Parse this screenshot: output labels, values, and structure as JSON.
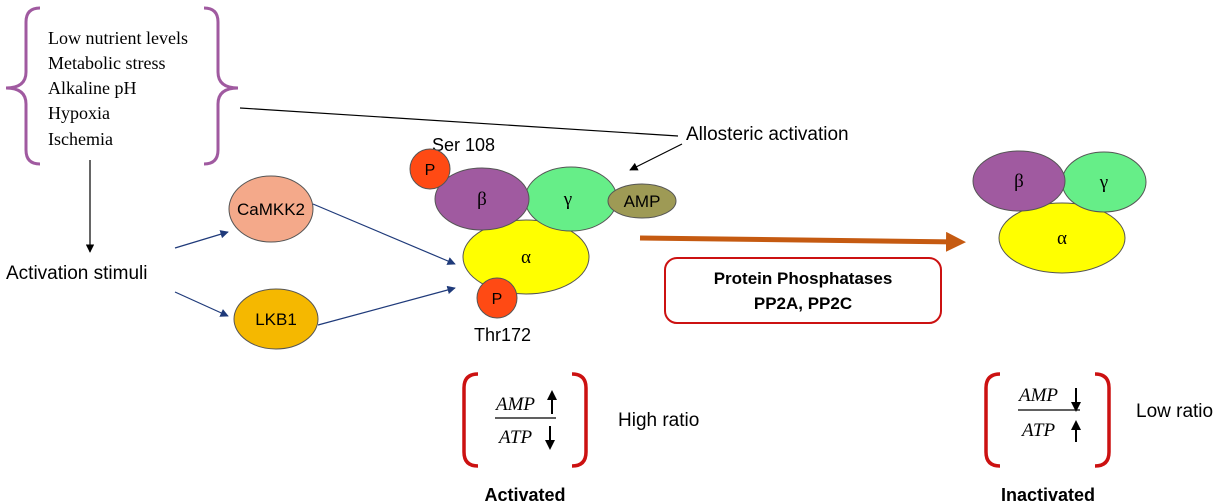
{
  "stimuli": {
    "items": [
      "Low nutrient levels",
      "Metabolic stress",
      "Alkaline pH",
      "Hypoxia",
      "Ischemia"
    ]
  },
  "labels": {
    "allosteric": "Allosteric activation",
    "activation_stimuli": "Activation stimuli",
    "ser108": "Ser 108",
    "thr172": "Thr172"
  },
  "kinases": {
    "camkk2": "CaMKK2",
    "lkb1": "LKB1"
  },
  "complex": {
    "beta": "β",
    "gamma": "γ",
    "alpha": "α",
    "amp": "AMP",
    "phospho": "P"
  },
  "phosphatases": {
    "line1": "Protein Phosphatases",
    "line2": "PP2A, PP2C"
  },
  "ratio": {
    "numerator": "AMP",
    "denominator": "ATP",
    "high": "High ratio",
    "low": "Low ratio"
  },
  "states": {
    "activated": "Activated",
    "inactivated": "Inactivated"
  },
  "colors": {
    "bracket_purple": "#a05aa0",
    "camkk2": "#f4a98a",
    "lkb1": "#f5b800",
    "phospho": "#ff4a14",
    "beta": "#a05aa0",
    "gamma": "#66ee88",
    "amp": "#9e9a55",
    "alpha": "#ffff00",
    "arrow_navy": "#1f3a7a",
    "arrow_orange": "#c55a11",
    "red": "#cc1111"
  }
}
